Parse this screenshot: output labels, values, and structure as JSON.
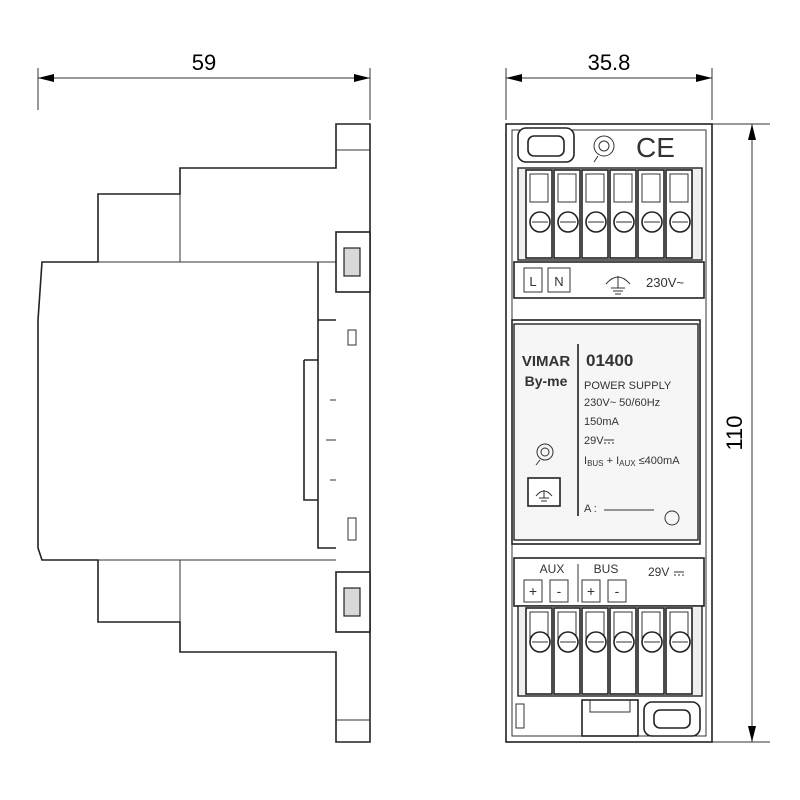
{
  "dimensions": {
    "depth": "59",
    "width": "35.8",
    "height": "110"
  },
  "terminal_labels_top": {
    "line": "L",
    "neutral": "N",
    "voltage": "230V~"
  },
  "device": {
    "brand": "VIMAR",
    "series": "By-me",
    "code": "01400",
    "lines": [
      "POWER SUPPLY",
      "230V~ 50/60Hz",
      "150mA",
      "29V"
    ],
    "current_rule": {
      "i1": "I",
      "sub1": "BUS",
      "plus": " + ",
      "i2": "I",
      "sub2": "AUX",
      "limit": " ≤400mA"
    },
    "address_label": "A :"
  },
  "terminal_labels_bottom": {
    "aux": "AUX",
    "bus": "BUS",
    "voltage": "29V",
    "plus": "+",
    "minus": "-"
  },
  "marks": {
    "ce": "CE"
  },
  "icons": [
    "ce-mark-icon",
    "imq-mark-icon",
    "ground-symbol-icon",
    "dc-symbol-icon",
    "screw-terminal-icon"
  ]
}
